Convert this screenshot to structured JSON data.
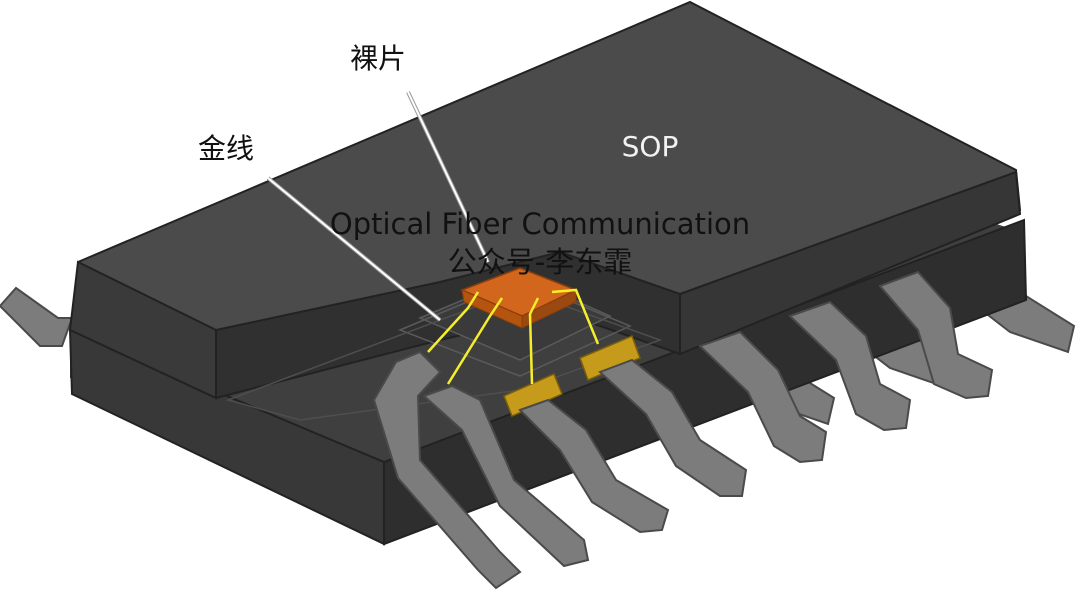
{
  "diagram": {
    "title_label": "SOP",
    "callout_die": "裸片",
    "callout_wire": "金线",
    "watermark_line1": "Optical Fiber Communication",
    "watermark_line2": "公众号-李东霏"
  },
  "colors": {
    "body_top": "#4a4a4a",
    "body_side": "#3d3d3d",
    "body_front": "#333333",
    "lead_fill": "#7c7c7c",
    "lead_stroke": "#4a4a4a",
    "die": "#d2661c",
    "bond_wire": "#f5ee2b",
    "bond_pad": "#c69a1a",
    "pointer": "#d8d8d8"
  }
}
